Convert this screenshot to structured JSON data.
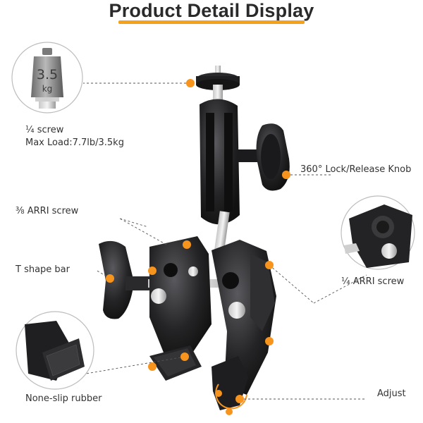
{
  "title": "Product Detail Display",
  "labels": {
    "quarter_screw": "¼ screw",
    "max_load": "Max Load:7.7lb/3.5kg",
    "lock_release_knob": "360° Lock/Release Knob",
    "three_eighths_arri": "⅜ ARRI screw",
    "t_shape_bar": "T shape bar",
    "quarter_arri": "¼ ARRI screw",
    "none_slip_rubber": "None-slip rubber",
    "adjust": "Adjust"
  },
  "weight_marking": {
    "value": "3.5",
    "unit": "kg"
  },
  "colors": {
    "accent": "#f7941d",
    "metal_dark": "#1d1d1f",
    "aluminum": "#2b2b2d",
    "title_underline": "#f5a11c"
  }
}
